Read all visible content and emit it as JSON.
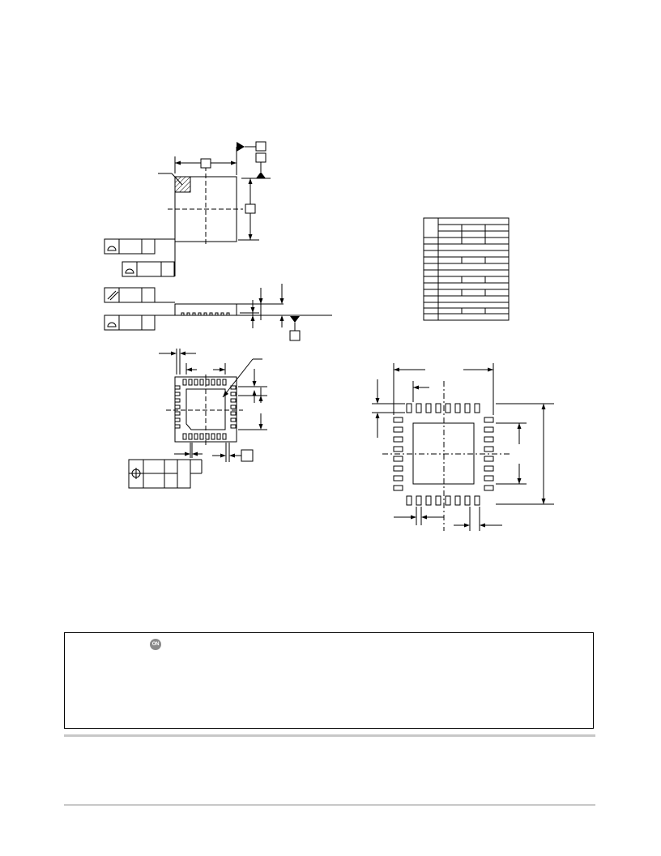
{
  "drawing": {
    "views": [
      "top-view",
      "side-view",
      "bottom-view",
      "dimension-table",
      "soldering-footprint"
    ],
    "colors": {
      "line": "#000000",
      "hatch": "#000000",
      "rule": "#c8c8c8",
      "logo": "#8a8a8a"
    }
  },
  "info_box": {
    "logo": {
      "icon": "on-semiconductor-logo",
      "text": "ON"
    }
  }
}
